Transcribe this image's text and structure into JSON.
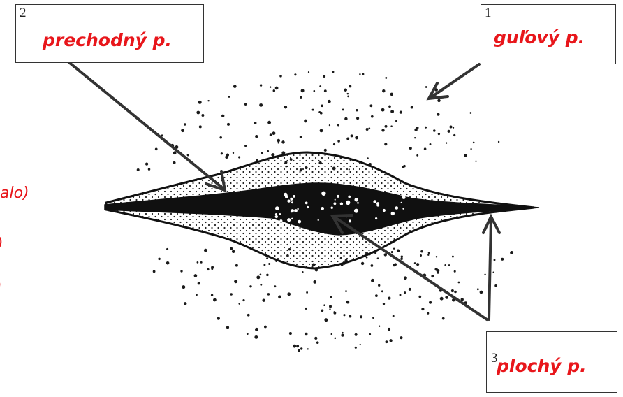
{
  "labels": [
    {
      "number": "1",
      "text": "guľový p."
    },
    {
      "number": "2",
      "text": "prechodný p."
    },
    {
      "number": "3",
      "text": "plochý p."
    }
  ],
  "side_text": [
    "alo)",
    ")",
    ")"
  ],
  "colors": {
    "label_text": "#e8161b",
    "ink": "#111111",
    "box_border": "#333333",
    "arrow": "#333333",
    "background": "#ffffff"
  }
}
